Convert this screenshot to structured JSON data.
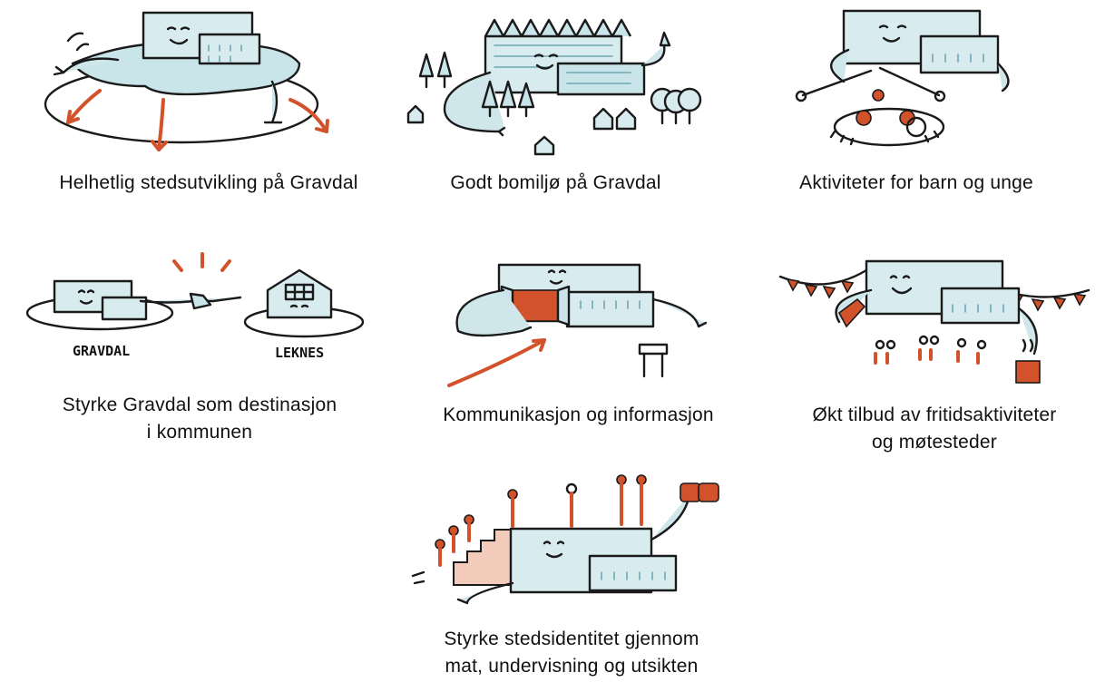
{
  "panels": [
    {
      "id": "stedsutvikling",
      "lines": [
        "Helhetlig stedsutvikling på Gravdal"
      ]
    },
    {
      "id": "bomiljo",
      "lines": [
        "Godt bomiljø på Gravdal"
      ]
    },
    {
      "id": "aktiviteter",
      "lines": [
        "Aktiviteter for barn og unge"
      ]
    },
    {
      "id": "destinasjon",
      "lines": [
        "Styrke Gravdal som destinasjon",
        "i kommunen"
      ],
      "labels": {
        "left": "GRAVDAL",
        "right": "LEKNES"
      }
    },
    {
      "id": "kommunikasjon",
      "lines": [
        "Kommunikasjon og informasjon"
      ]
    },
    {
      "id": "fritid",
      "lines": [
        "Økt tilbud av fritidsaktiviteter",
        "og møtesteder"
      ]
    },
    {
      "id": "stedsidentitet",
      "lines": [
        "Styrke stedsidentitet gjennom",
        "mat, undervisning og utsikten"
      ]
    }
  ],
  "colors": {
    "accent": "#d2522b",
    "building": "#d8ecef",
    "ink": "#1a1a1a",
    "blush": "#f2cbbb"
  }
}
